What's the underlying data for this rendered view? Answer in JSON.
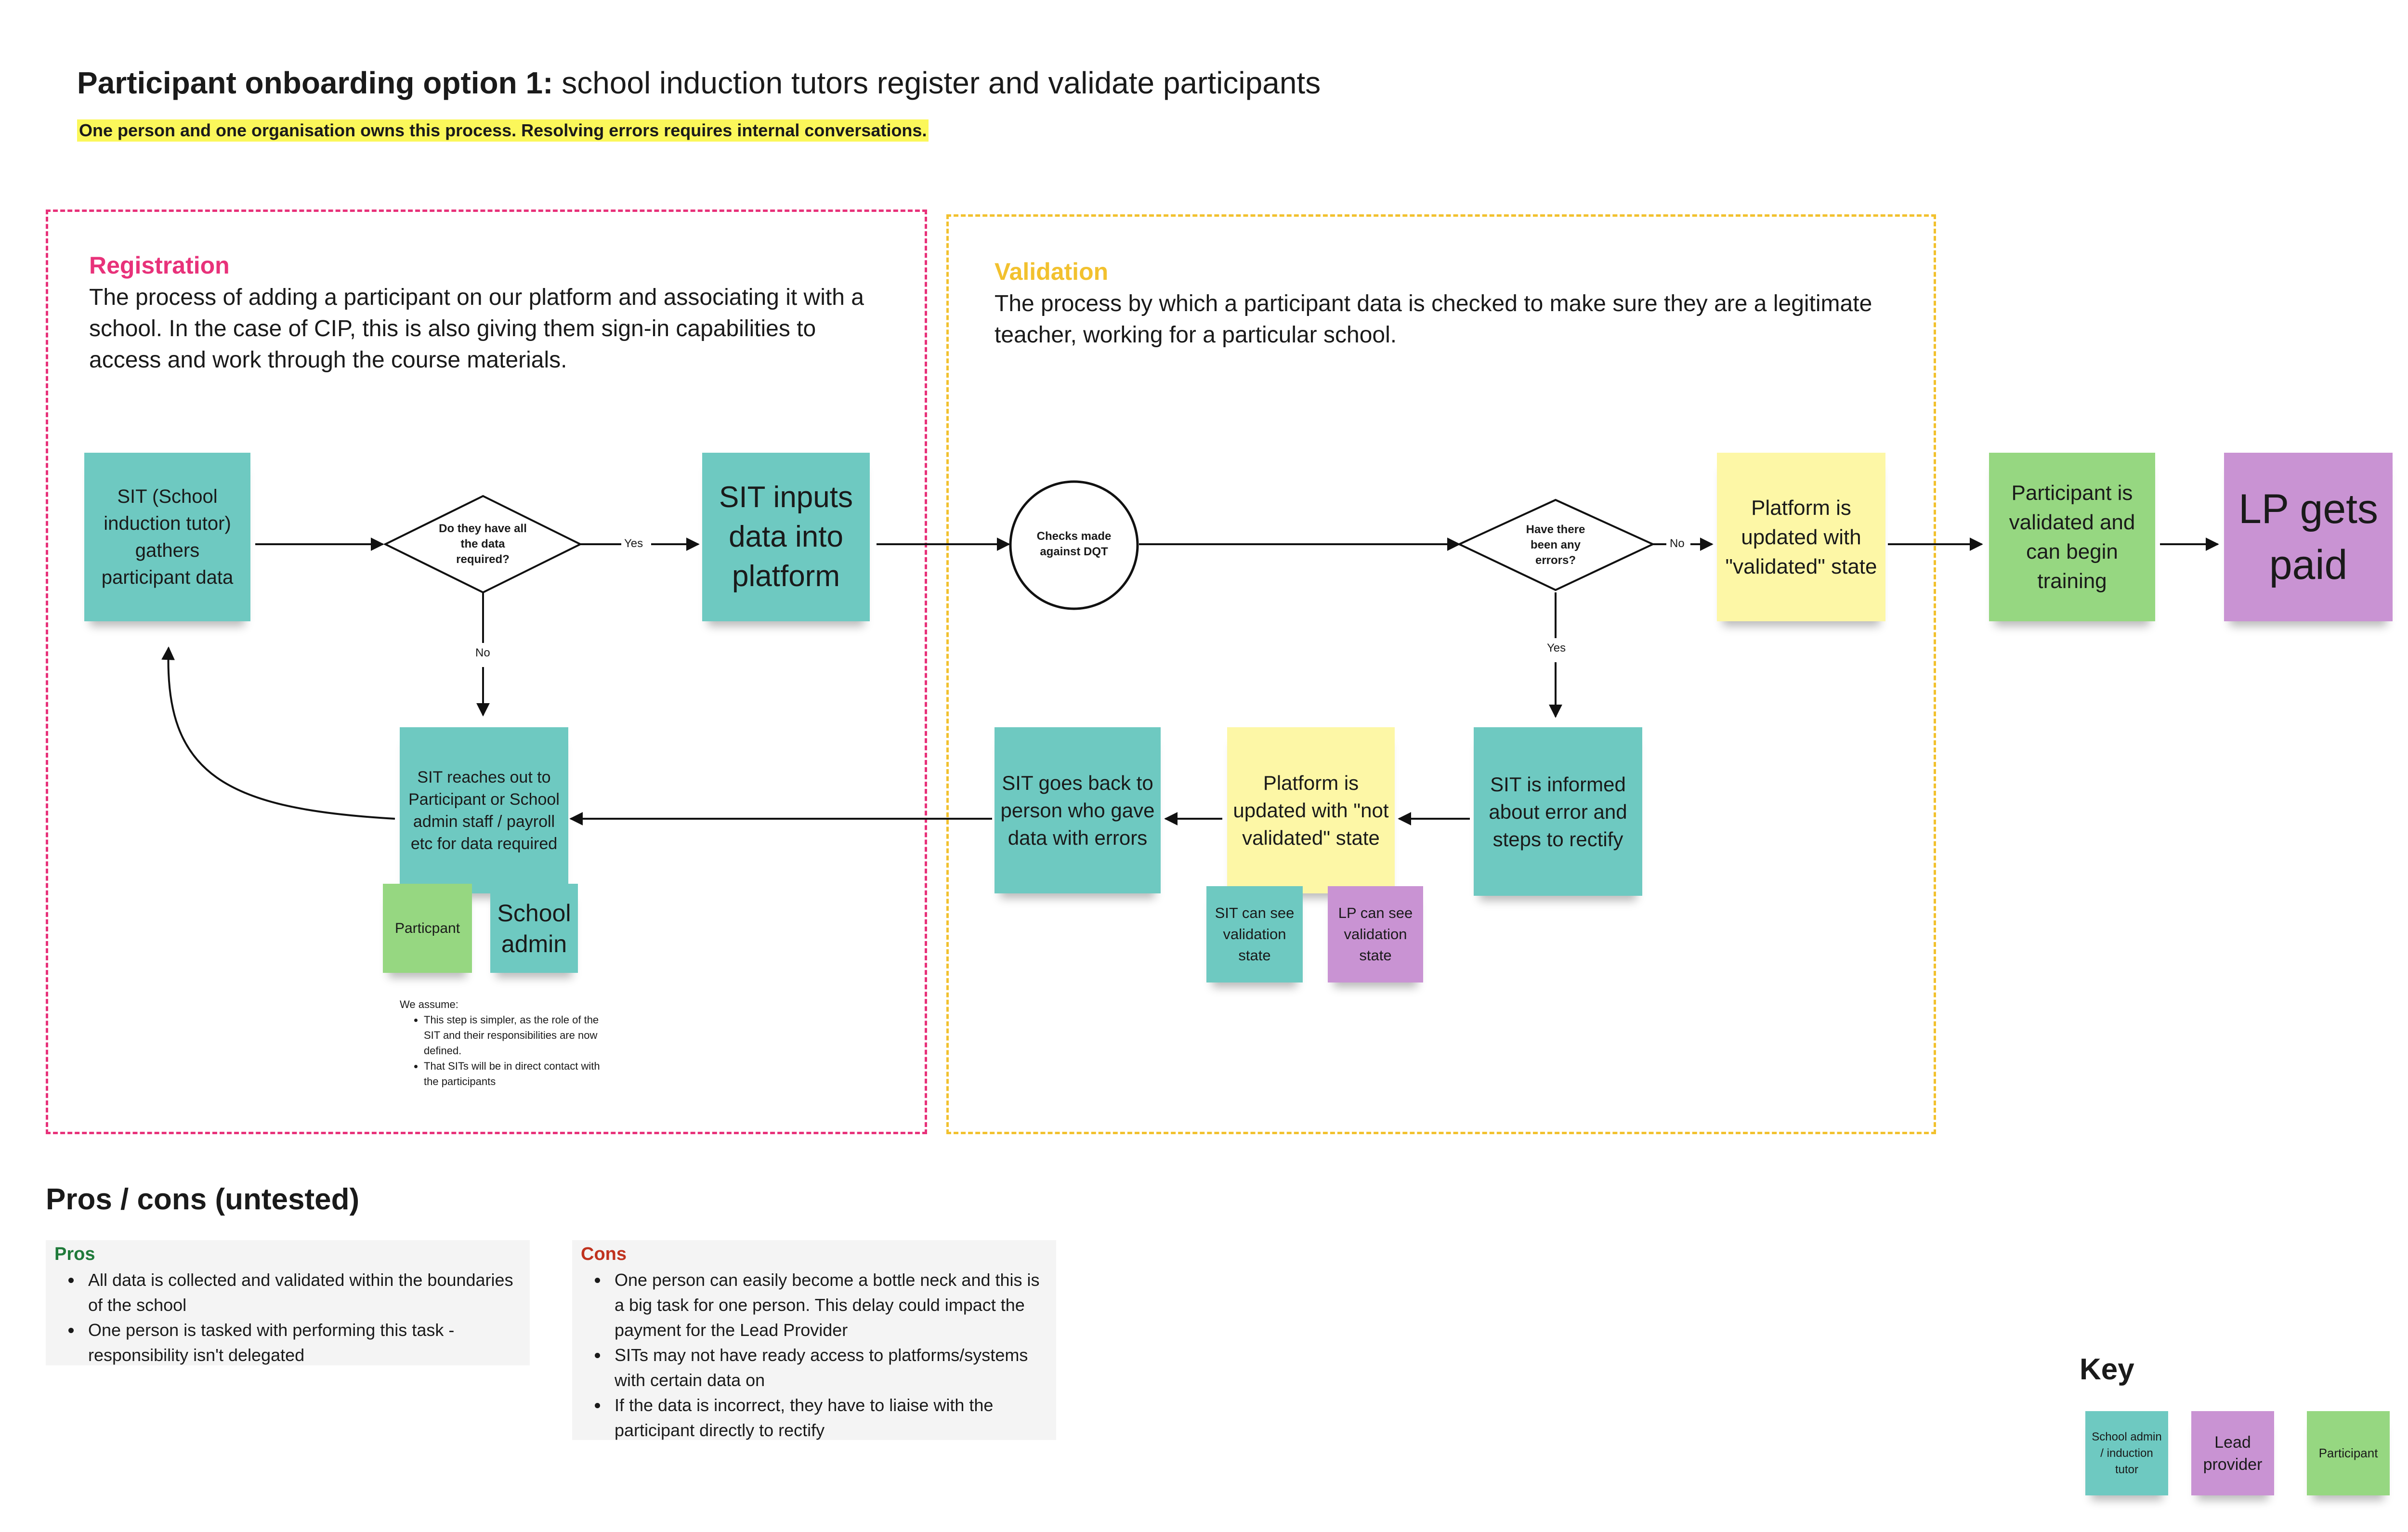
{
  "header": {
    "title_bold": "Participant onboarding option 1:",
    "title_rest": " school induction tutors register and validate participants",
    "subtitle": "One person and one organisation owns this process. Resolving errors requires internal conversations."
  },
  "registration": {
    "heading": "Registration",
    "description": "The process of adding a participant on our platform and associating it with a school. In the case of CIP, this is also giving them sign-in capabilities to access and work through the course materials.",
    "note_gather": "SIT (School induction tutor) gathers participant data",
    "decision": "Do they have all the data required?",
    "yes_label": "Yes",
    "no_label": "No",
    "note_inputs": "SIT inputs data into platform",
    "note_reach": "SIT reaches out to Participant or School admin staff / payroll etc for data required",
    "tag_participant": "Particpant",
    "tag_school_admin": "School admin",
    "assume_title": "We assume:",
    "assume_items": [
      "This step is simpler, as the role of the SIT and their responsibilities are now defined.",
      "That  SITs will be in direct contact with the participants"
    ]
  },
  "validation": {
    "heading": "Validation",
    "description": "The process by which a participant data is checked to make sure they are a legitimate teacher, working for a particular school.",
    "checks_label": "Checks made against DQT",
    "decision": "Have there been any errors?",
    "no_label": "No",
    "yes_label": "Yes",
    "note_validated": "Platform is updated with \"validated\" state",
    "note_informed": "SIT is informed about error and steps to rectify",
    "note_not_validated": "Platform is updated with \"not validated\" state",
    "note_goes_back": "SIT goes back to person who gave data with errors",
    "tag_sit_see": "SIT can see validation state",
    "tag_lp_see": "LP can see validation state"
  },
  "outcomes": {
    "note_participant_validated": "Participant is validated and can begin training",
    "note_lp_paid": "LP gets paid"
  },
  "pros_cons": {
    "heading": "Pros / cons (untested)",
    "pros_title": "Pros",
    "pros": [
      "All data is collected and validated within the boundaries of the school",
      "One person is tasked with performing this task - responsibility isn't delegated"
    ],
    "cons_title": "Cons",
    "cons": [
      "One person can easily become a bottle neck and this is a big task for one person. This delay could impact the payment for the Lead Provider",
      "SITs may not have ready access to platforms/systems with certain data on",
      "If the data is incorrect, they have to liaise with the participant directly to rectify"
    ]
  },
  "key": {
    "heading": "Key",
    "school_admin": "School admin / induction tutor",
    "lead_provider": "Lead provider",
    "participant": "Participant"
  },
  "colors": {
    "registration": "#e8327a",
    "validation": "#f2c12e",
    "teal": "#6ec9c1",
    "yellow": "#fdf7a6",
    "green": "#96d781",
    "purple": "#c993d3",
    "pros": "#1f7a3a",
    "cons": "#c0321e"
  }
}
